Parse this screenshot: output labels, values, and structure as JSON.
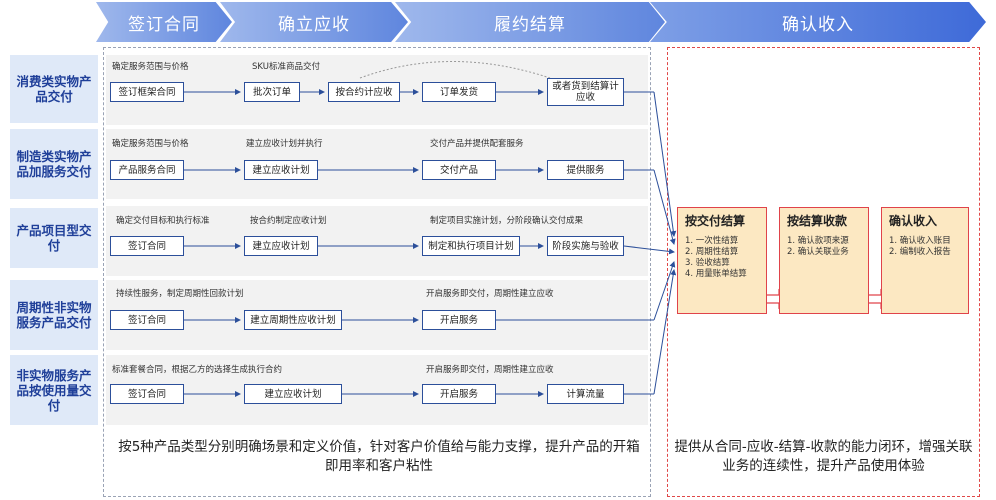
{
  "phases": [
    "签订合同",
    "确立应收",
    "履约结算",
    "确认收入"
  ],
  "rows": [
    {
      "label": "消费类实物产品交付",
      "notes": [
        "确定服务范围与价格",
        "SKU标准商品交付"
      ],
      "boxes": [
        "签订框架合同",
        "批次订单",
        "按合约计应收",
        "订单发货",
        "或者货到结算计应收"
      ]
    },
    {
      "label": "制造类实物产品加服务交付",
      "notes": [
        "确定服务范围与价格",
        "建立应收计划并执行",
        "交付产品并提供配套服务"
      ],
      "boxes": [
        "产品服务合同",
        "建立应收计划",
        "交付产品",
        "提供服务"
      ]
    },
    {
      "label": "产品项目型交付",
      "notes": [
        "确定交付目标和执行标准",
        "按合约制定应收计划",
        "制定项目实施计划，分阶段确认交付成果"
      ],
      "boxes": [
        "签订合同",
        "建立应收计划",
        "制定和执行项目计划",
        "阶段实施与验收"
      ]
    },
    {
      "label": "周期性非实物服务产品交付",
      "notes": [
        "持续性服务，制定周期性回款计划",
        "开启服务即交付，周期性建立应收"
      ],
      "boxes": [
        "签订合同",
        "建立周期性应收计划",
        "开启服务"
      ]
    },
    {
      "label": "非实物服务产品按使用量交付",
      "notes": [
        "标准套餐合同，根据乙方的选择生成执行合约",
        "开启服务即交付，周期性建立应收"
      ],
      "boxes": [
        "签订合同",
        "建立应收计划",
        "开启服务",
        "计算流量"
      ]
    }
  ],
  "stages": [
    {
      "title": "按交付结算",
      "items": [
        "1. 一次性结算",
        "2. 周期性结算",
        "3. 验收结算",
        "4. 用量账单结算"
      ]
    },
    {
      "title": "按结算收款",
      "items": [
        "1. 确认款项来源",
        "2. 确认关联业务"
      ]
    },
    {
      "title": "确认收入",
      "items": [
        "1. 确认收入账目",
        "2. 编制收入报告"
      ]
    }
  ],
  "captions": {
    "left": "按5种产品类型分别明确场景和定义价值，针对客户价值给与能力支撑，提升产品的开箱即用率和客户粘性",
    "right": "提供从合同-应收-结算-收款的能力闭环，增强关联业务的连续性，提升产品使用体验"
  },
  "colors": {
    "phase": "#4a74da",
    "row_label_bg": "#dfe9f8",
    "row_label_text": "#1f3f99",
    "box_border": "#2c4f9a",
    "stage_fill": "#fce8c2",
    "stage_border": "#e0434a"
  }
}
